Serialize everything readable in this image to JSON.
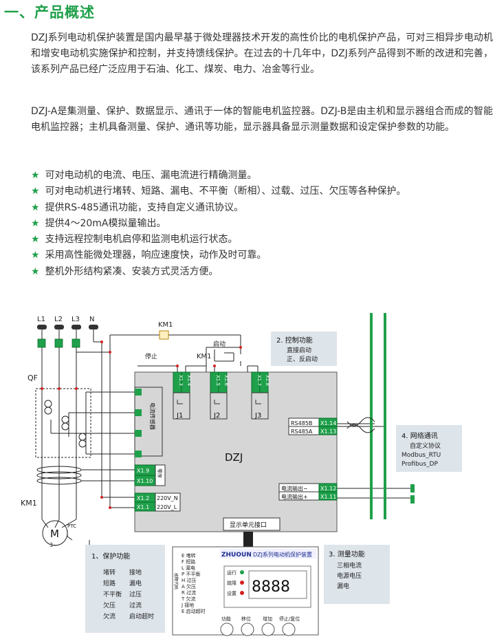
{
  "section_title": "一、产品概述",
  "paragraphs": [
    "DZJ系列电动机保护装置是国内最早基于微处理器技术开发的高性价比的电机保护产品，可对三相异步电动机和增安电动机实施保护和控制，并支持馈线保护。在过去的十几年中，DZJ系列产品得到不断的改进和完善，该系列产品已经广泛应用于石油、化工、煤炭、电力、冶金等行业。",
    "DZJ-A是集测量、保护、数据显示、通讯于一体的智能电机监控器。DZJ-B是由主机和显示器组合而成的智能电机监控器；主机具备测量、保护、通讯等功能，显示器具备显示测量数据和设定保护参数的功能。"
  ],
  "features": [
    "可对电动机的电流、电压、漏电流进行精确测量。",
    "可对电动机进行堵转、短路、漏电、不平衡（断相）、过载、过压、欠压等各种保护。",
    "提供RS-485通讯功能，支持自定义通讯协议。",
    "提供4～20mA模拟量输出。",
    "支持远程控制电机启停和监测电机运行状态。",
    "采用高性能微处理器，响应速度快，动作及时可靠。",
    "整机外形结构紧凑、安装方式灵活方便。"
  ],
  "colors": {
    "green": "#1fa04a",
    "box_fill": "#dde4ea",
    "device_fill": "#d6d6d6",
    "dark_green": "#0a6b2a"
  },
  "diagram": {
    "phases": [
      "L1",
      "L2",
      "L3",
      "N"
    ],
    "qf": "QF",
    "km1_top": "KM1",
    "km1_contact": "KM1",
    "km1_left": "KM1",
    "stop": "停止",
    "start": "启动",
    "device_name": "DZJ",
    "ct_label": "电流传感器",
    "zero_seq_label": "零序",
    "motor_label": "M",
    "motor_sub": "3~",
    "ptc": "PTC",
    "relay_labels": [
      "J1",
      "J2",
      "J3"
    ],
    "relay_terminals": [
      [
        "X1.3",
        "X1.4"
      ],
      [
        "X1.5",
        "X1.6"
      ],
      [
        "X1.7",
        "X1.8"
      ]
    ],
    "left_terminals": [
      {
        "id": "X1.9",
        "label": ""
      },
      {
        "id": "X1.10",
        "label": ""
      },
      {
        "id": "X1.2",
        "label": "220V_N"
      },
      {
        "id": "X1.1",
        "label": "220V_L"
      }
    ],
    "right_terminals": [
      {
        "id": "X1.14",
        "label": "RS485B"
      },
      {
        "id": "X1.13",
        "label": "RS485A"
      },
      {
        "id": "X1.12",
        "label": "电流输出−"
      },
      {
        "id": "X1.11",
        "label": "电流输出+"
      }
    ],
    "display_port": "显示单元接口",
    "boxes": {
      "control": {
        "title": "2. 控制功能",
        "lines": [
          "直接启动",
          "正、反启动"
        ]
      },
      "network": {
        "title": "4. 网络通讯",
        "lines": [
          "自定义协议",
          "Modbus_RTU",
          "Profibus_DP"
        ]
      },
      "protection": {
        "title": "1、保护功能",
        "rows": [
          [
            "堵转",
            "接地"
          ],
          [
            "短路",
            "漏电"
          ],
          [
            "不平衡",
            "过压"
          ],
          [
            "欠压",
            "过流"
          ],
          [
            "欠流",
            "启动超时"
          ]
        ]
      },
      "measure": {
        "title": "3. 测量功能",
        "lines": [
          "三相电流",
          "电源电压",
          "漏电"
        ]
      }
    },
    "display_panel": {
      "brand": "ZHUOUN",
      "title": "DZJ系列电动机保护装置",
      "fault_codes": [
        [
          "E",
          "堵转"
        ],
        [
          "F",
          "短路"
        ],
        [
          "L",
          "漏电"
        ],
        [
          "P",
          "不平衡"
        ],
        [
          "H",
          "过压"
        ],
        [
          "A",
          "欠压"
        ],
        [
          "R",
          "过流"
        ],
        [
          "T",
          "欠流"
        ],
        [
          "J",
          "接地"
        ],
        [
          "E",
          "启动超时"
        ]
      ],
      "fault_code_title": "故障代码",
      "leds": [
        "运行",
        "故障",
        "设置"
      ],
      "readout": "8888",
      "buttons": [
        "功能",
        "移位",
        "增加",
        "停止/复位"
      ]
    }
  }
}
